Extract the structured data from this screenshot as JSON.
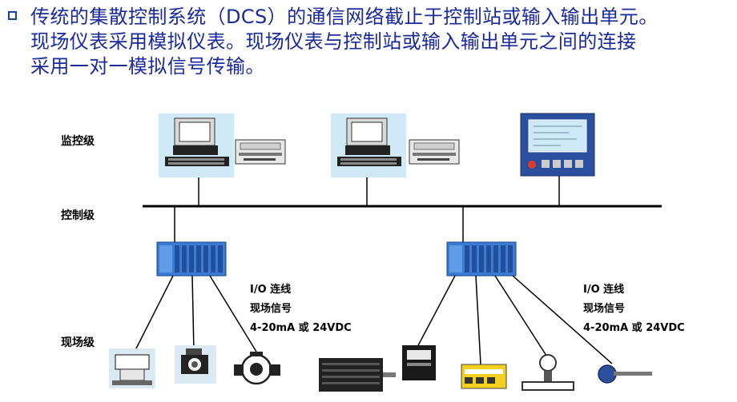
{
  "bullet": {
    "lines": [
      "传统的集散控制系统（DCS）的通信网络截止于控制站或输入输出单元。",
      "现场仪表采用模拟仪表。现场仪表与控制站或输入输出单元之间的连接",
      "采用一对一模拟信号传输。"
    ]
  },
  "levels": {
    "monitor": "监控级",
    "control": "控制级",
    "field": "现场级"
  },
  "io_left": {
    "line1": "I/O 连线",
    "line2": "现场信号",
    "line3": "4-20mA 或 24VDC"
  },
  "io_right": {
    "line1": "I/O 连线",
    "line2": "现场信号",
    "line3": "4-20mA 或 24VDC"
  },
  "colors": {
    "text_blue": "#1a2a9c",
    "bus": "#000000",
    "rack_blue": "#3a7bd5",
    "screen_bg": "#cfe9f7"
  },
  "icons": [
    "workstation-icon",
    "printer-icon",
    "operator-panel-icon",
    "io-rack-icon",
    "valve-actuator-icon",
    "camera-sensor-icon",
    "pump-icon",
    "servo-motor-icon",
    "drive-icon",
    "terminal-board-icon",
    "flowmeter-icon",
    "temperature-probe-icon"
  ]
}
